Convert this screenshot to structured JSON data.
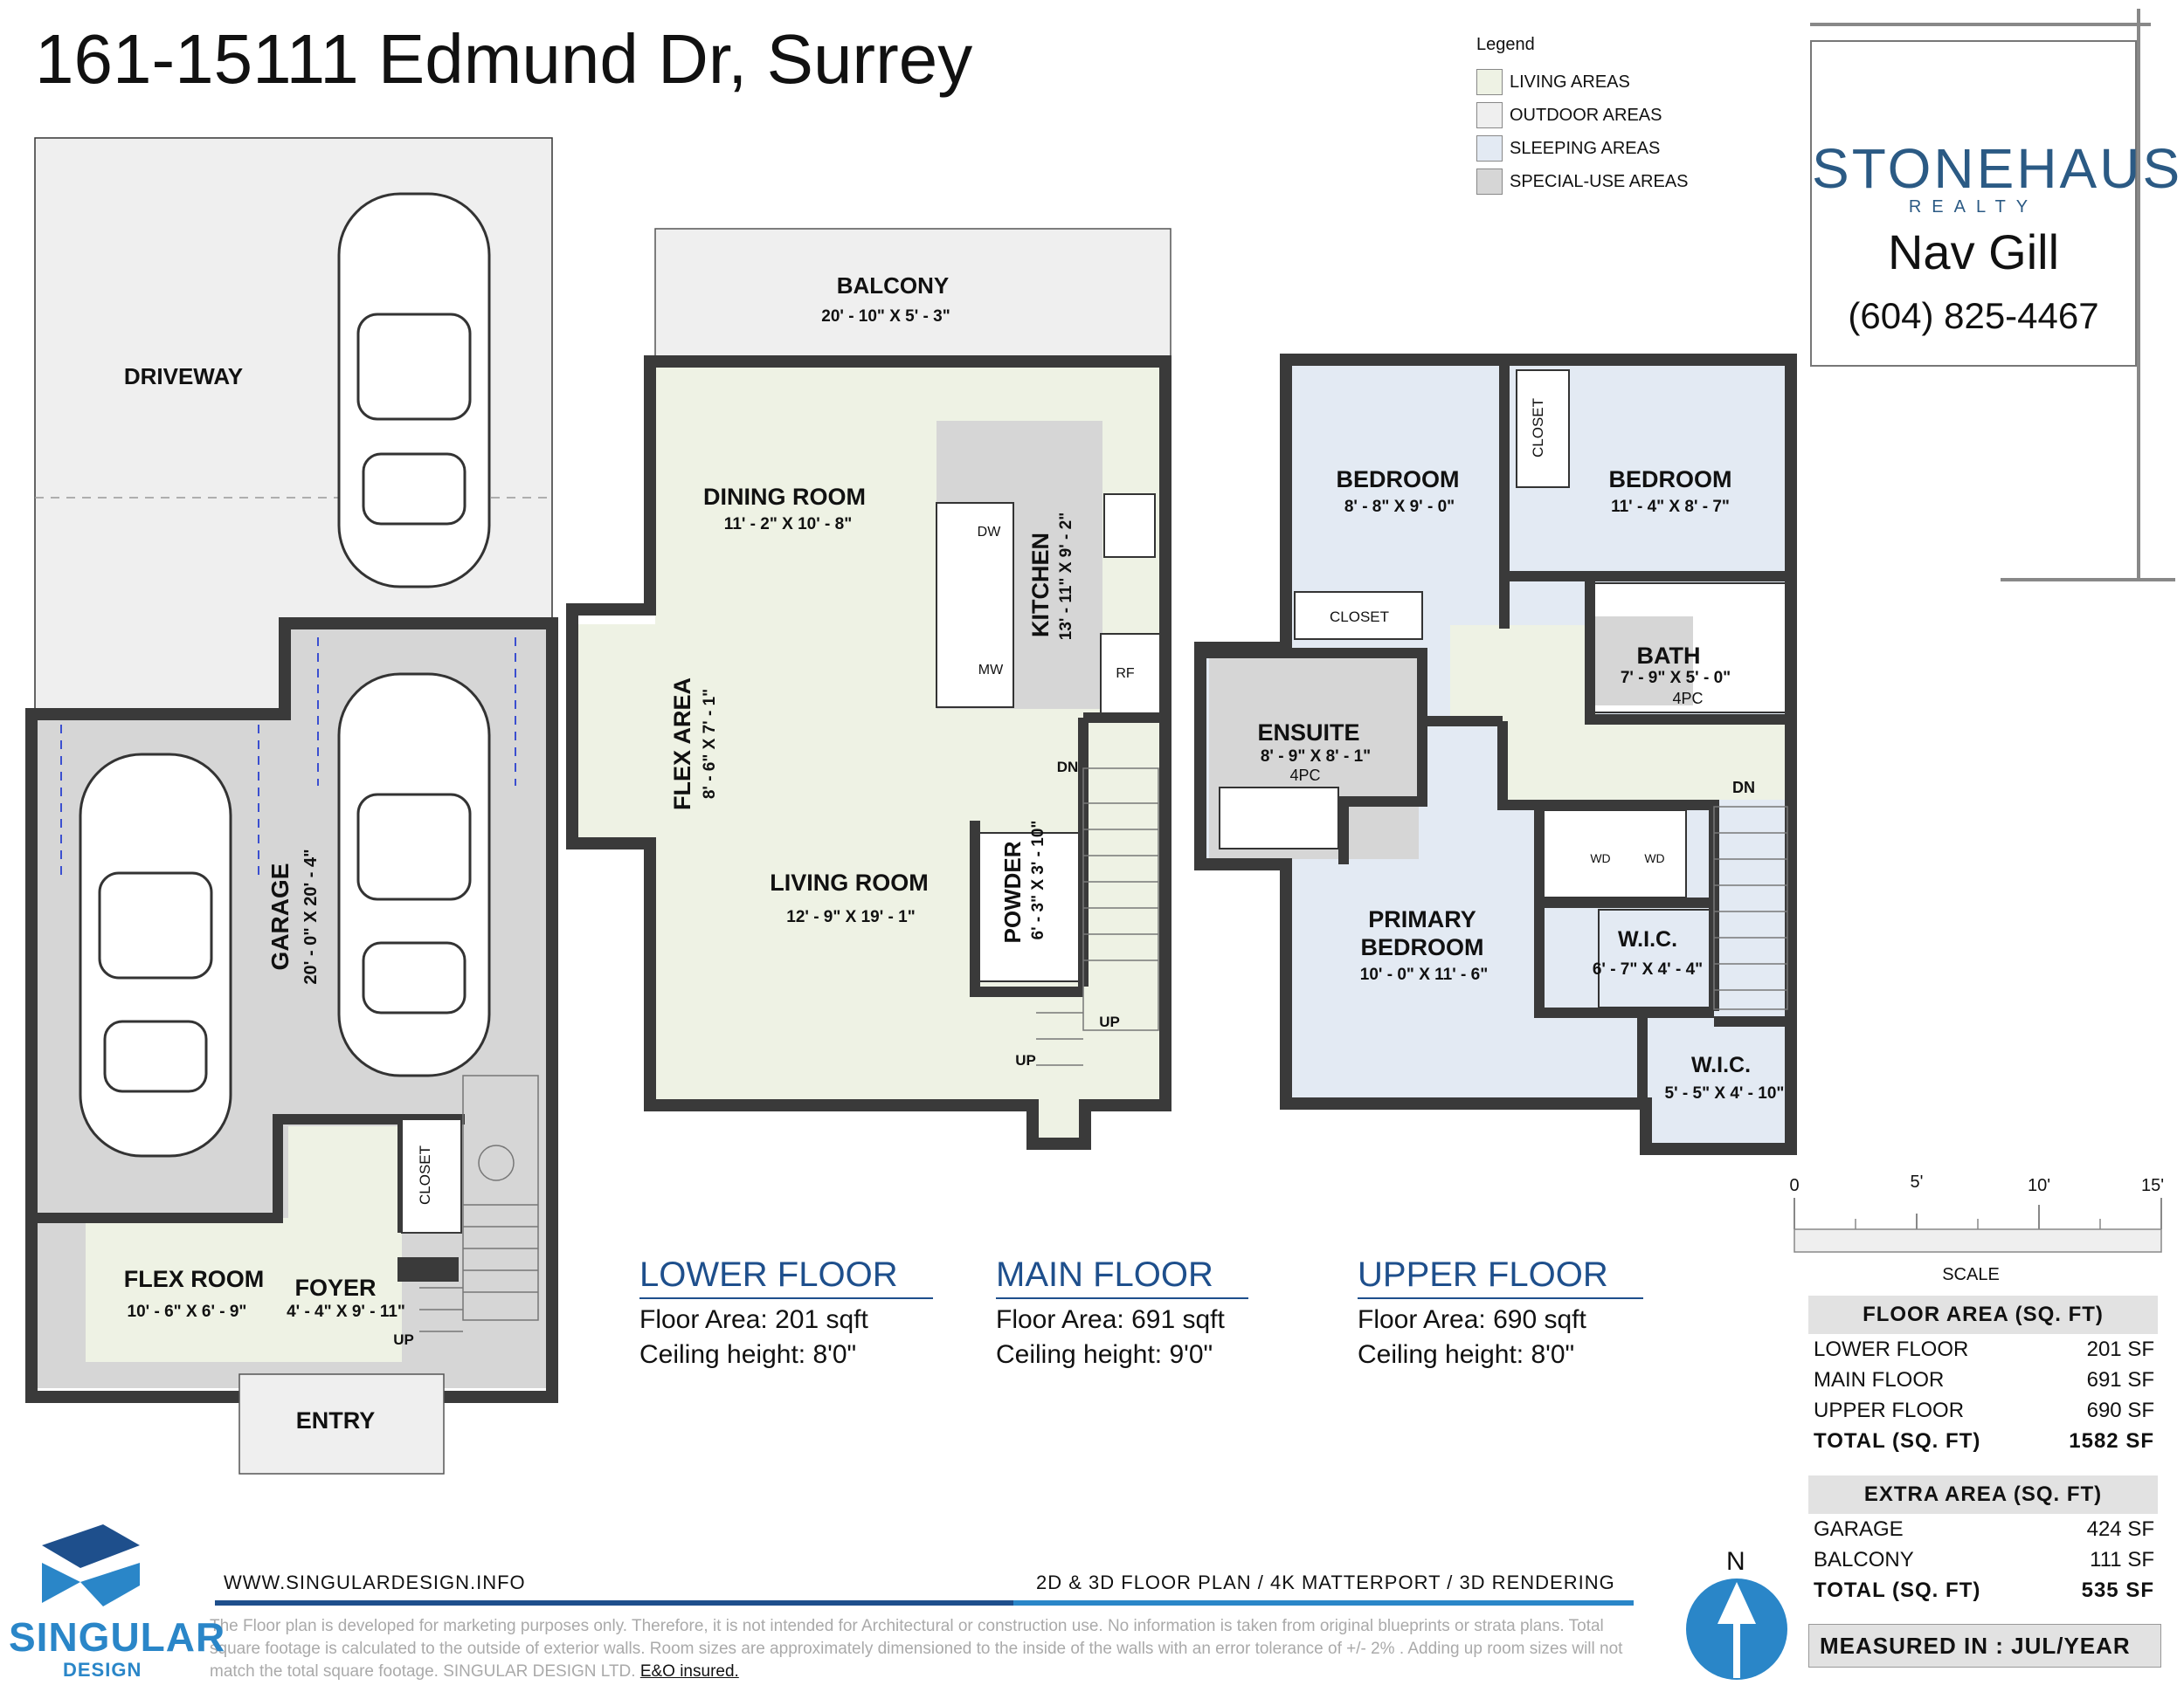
{
  "title": "161-15111 Edmund Dr, Surrey",
  "legend": {
    "title": "Legend",
    "items": [
      {
        "label": "LIVING AREAS",
        "color": "#eef2e4"
      },
      {
        "label": "OUTDOOR AREAS",
        "color": "#efefef"
      },
      {
        "label": "SLEEPING AREAS",
        "color": "#e3eaf3"
      },
      {
        "label": "SPECIAL-USE AREAS",
        "color": "#d6d6d6"
      }
    ]
  },
  "sign": {
    "brand": "STONEHAUS",
    "realty": "REALTY",
    "agent": "Nav Gill",
    "phone": "(604) 825-4467"
  },
  "rooms": {
    "driveway": {
      "name": "DRIVEWAY"
    },
    "garage": {
      "name": "GARAGE",
      "dims": "20' - 0\" X 20' - 4\""
    },
    "flex_lower": {
      "name": "FLEX ROOM",
      "dims": "10' - 6\" X 6' - 9\""
    },
    "foyer": {
      "name": "FOYER",
      "dims": "4' - 4\" X 9' - 11\""
    },
    "entry": {
      "name": "ENTRY"
    },
    "closet_lower": {
      "name": "CLOSET"
    },
    "balcony": {
      "name": "BALCONY",
      "dims": "20' - 10\" X 5' - 3\""
    },
    "dining": {
      "name": "DINING ROOM",
      "dims": "11' - 2\" X 10' - 8\""
    },
    "kitchen": {
      "name": "KITCHEN",
      "dims": "13' - 11\" X 9' - 2\""
    },
    "flex_main": {
      "name": "FLEX AREA",
      "dims": "8' - 6\" X 7' - 1\""
    },
    "living": {
      "name": "LIVING ROOM",
      "dims": "12' - 9\" X 19' - 1\""
    },
    "powder": {
      "name": "POWDER",
      "dims": "6' - 3\" X 3' - 10\""
    },
    "bedroom1": {
      "name": "BEDROOM",
      "dims": "8' - 8\" X 9' - 0\""
    },
    "bedroom2": {
      "name": "BEDROOM",
      "dims": "11' - 4\" X 8' - 7\""
    },
    "closet_b1": {
      "name": "CLOSET"
    },
    "closet_b2": {
      "name": "CLOSET"
    },
    "bath": {
      "name": "BATH",
      "dims": "7' - 9\" X 5' - 0\"",
      "type": "4PC"
    },
    "ensuite": {
      "name": "ENSUITE",
      "dims": "8' - 9\" X 8' - 1\"",
      "type": "4PC"
    },
    "primary": {
      "name1": "PRIMARY",
      "name2": "BEDROOM",
      "dims": "10' - 0\" X 11' - 6\""
    },
    "wic1": {
      "name": "W.I.C.",
      "dims": "6' - 7\" X 4' - 4\""
    },
    "wic2": {
      "name": "W.I.C.",
      "dims": "5' - 5\" X 4' - 10\""
    }
  },
  "fixtures": {
    "dw": "DW",
    "mw": "MW",
    "rf": "RF",
    "wd": "WD"
  },
  "stairs": {
    "up": "UP",
    "dn": "DN"
  },
  "floors": [
    {
      "name": "LOWER FLOOR",
      "area": "Floor Area: 201 sqft",
      "ceiling": "Ceiling height: 8'0\""
    },
    {
      "name": "MAIN FLOOR",
      "area": "Floor Area: 691 sqft",
      "ceiling": "Ceiling height: 9'0\""
    },
    {
      "name": "UPPER FLOOR",
      "area": "Floor Area: 690 sqft",
      "ceiling": "Ceiling height: 8'0\""
    }
  ],
  "scale": {
    "ticks": [
      "0",
      "5'",
      "10'",
      "15'"
    ],
    "label": "SCALE"
  },
  "floor_area_table": {
    "header": "FLOOR AREA (SQ. FT)",
    "rows": [
      {
        "label": "LOWER FLOOR",
        "value": "201 SF"
      },
      {
        "label": "MAIN FLOOR",
        "value": "691 SF"
      },
      {
        "label": "UPPER FLOOR",
        "value": "690 SF"
      }
    ],
    "total": {
      "label": "TOTAL (SQ. FT)",
      "value": "1582 SF"
    }
  },
  "extra_area_table": {
    "header": "EXTRA AREA (SQ. FT)",
    "rows": [
      {
        "label": "GARAGE",
        "value": "424 SF"
      },
      {
        "label": "BALCONY",
        "value": "111 SF"
      }
    ],
    "total": {
      "label": "TOTAL (SQ. FT)",
      "value": "535 SF"
    }
  },
  "measured": "MEASURED IN : JUL/YEAR",
  "footer": {
    "url": "WWW.SINGULARDESIGN.INFO",
    "services": "2D & 3D FLOOR PLAN / 4K MATTERPORT / 3D RENDERING",
    "disclaimer": "The Floor plan is developed for marketing purposes only. Therefore, it is not intended for Architectural or construction use. No information is taken from original blueprints or strata plans. Total square footage is calculated to the outside of exterior walls. Room sizes are approximately dimensioned to the inside of the walls with an error tolerance of +/- 2% . Adding up room sizes will not match the total square footage. SINGULAR DESIGN LTD.",
    "eo": "E&O insured.",
    "company": "SINGULAR",
    "company_sub": "DESIGN"
  },
  "north": "N"
}
